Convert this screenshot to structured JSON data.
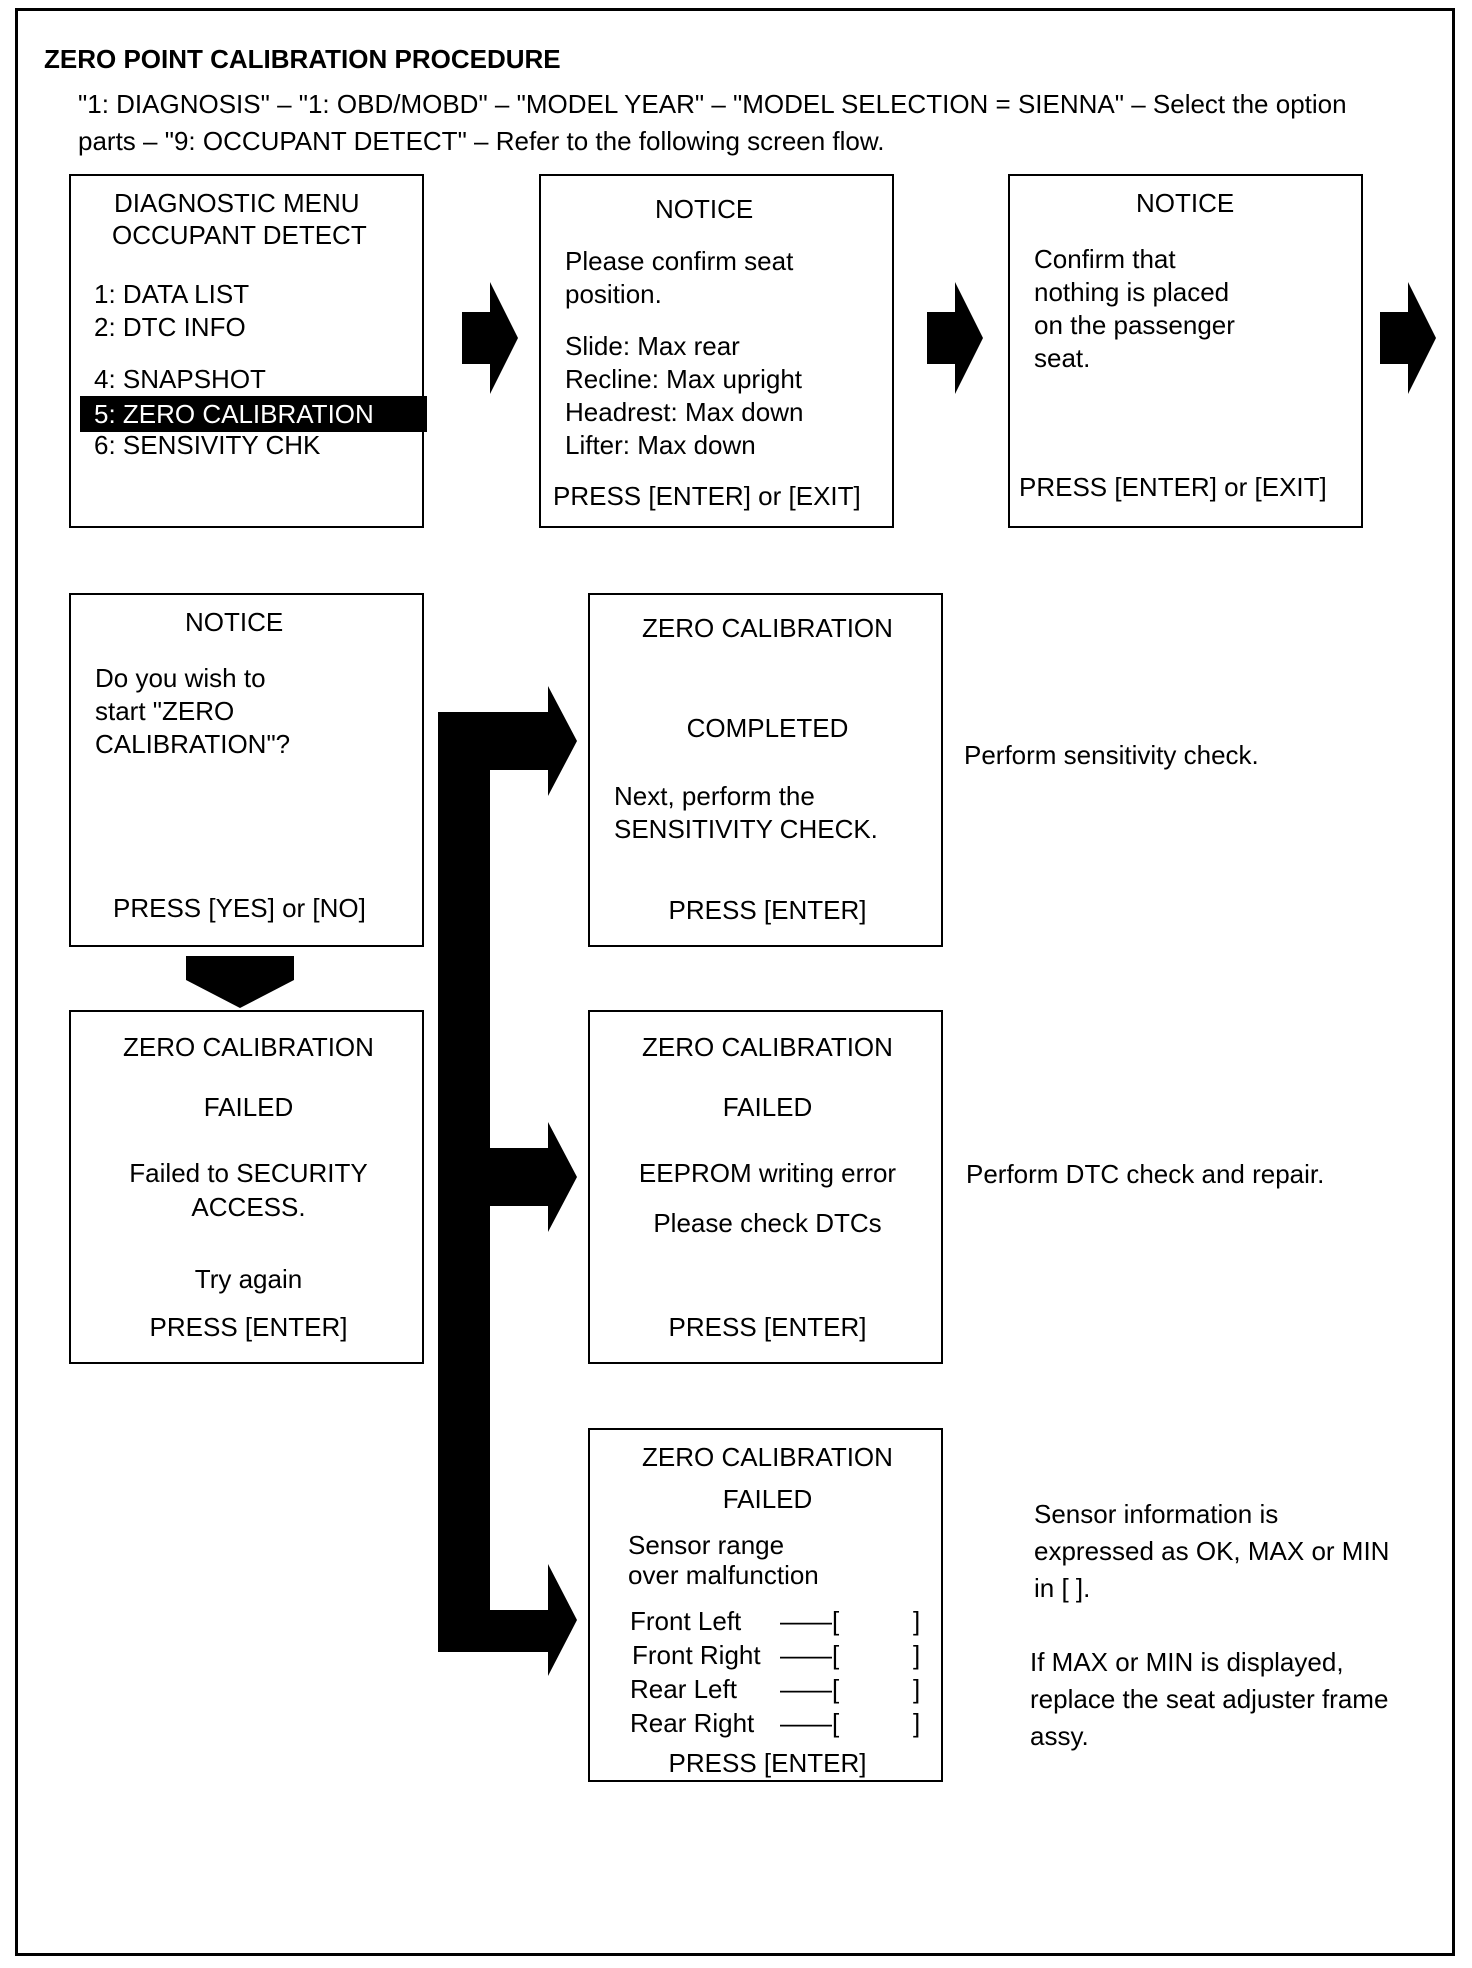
{
  "header": {
    "title": "ZERO POINT CALIBRATION PROCEDURE",
    "intro": "\"1: DIAGNOSIS\" – \"1: OBD/MOBD\" – \"MODEL YEAR\" – \"MODEL SELECTION = SIENNA\" – Select the option parts – \"9: OCCUPANT DETECT\" – Refer to the following screen flow."
  },
  "screens": {
    "diag_menu": {
      "title1": "DIAGNOSTIC MENU",
      "title2": "OCCUPANT DETECT",
      "items": [
        "1: DATA LIST",
        "2: DTC INFO",
        "4: SNAPSHOT",
        "5: ZERO CALIBRATION",
        "6: SENSIVITY CHK"
      ]
    },
    "notice_seat": {
      "title": "NOTICE",
      "line1": "Please confirm seat",
      "line2": "position.",
      "items": [
        "Slide: Max rear",
        "Recline: Max upright",
        "Headrest: Max down",
        "Lifter: Max down"
      ],
      "press": "PRESS [ENTER] or [EXIT]"
    },
    "notice_empty": {
      "title": "NOTICE",
      "lines": [
        "Confirm that",
        "nothing is placed",
        "on the passenger",
        "seat."
      ],
      "press": "PRESS [ENTER] or [EXIT]"
    },
    "notice_start": {
      "title": "NOTICE",
      "lines": [
        "Do you wish to",
        "start  \"ZERO",
        "CALIBRATION\"?"
      ],
      "press": "PRESS [YES] or [NO]"
    },
    "completed": {
      "title": "ZERO CALIBRATION",
      "status": "COMPLETED",
      "line1": "Next, perform the",
      "line2": "SENSITIVITY CHECK.",
      "press": "PRESS [ENTER]"
    },
    "failed_security": {
      "title": "ZERO CALIBRATION",
      "status": "FAILED",
      "line1": "Failed to SECURITY",
      "line2": "ACCESS.",
      "line3": "Try again",
      "press": "PRESS [ENTER]"
    },
    "failed_eeprom": {
      "title": "ZERO CALIBRATION",
      "status": "FAILED",
      "line1": "EEPROM writing error",
      "line2": "Please check DTCs",
      "press": "PRESS [ENTER]"
    },
    "failed_sensor": {
      "title": "ZERO CALIBRATION",
      "status": "FAILED",
      "line1": "Sensor range",
      "line2": "over malfunction",
      "sensors": [
        "Front Left",
        "Front Right",
        "Rear Left",
        "Rear Right"
      ],
      "bracket_open": "——[",
      "bracket_close": "]",
      "press": "PRESS [ENTER]"
    }
  },
  "notes": {
    "completed": "Perform sensitivity check.",
    "eeprom": "Perform DTC check and repair.",
    "sensor1": [
      "Sensor information is",
      "expressed as OK, MAX or MIN",
      "in [     ]."
    ],
    "sensor2": [
      "If MAX or MIN is displayed,",
      "replace the seat adjuster frame",
      "assy."
    ]
  }
}
